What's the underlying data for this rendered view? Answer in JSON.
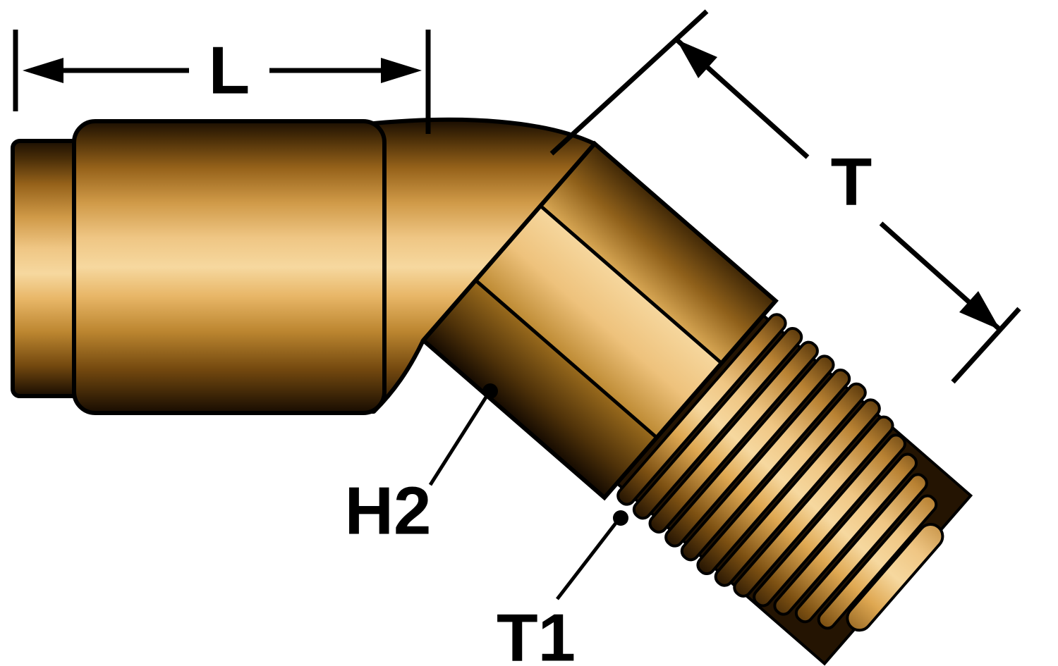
{
  "diagram": {
    "labels": {
      "L": "L",
      "T": "T",
      "H2": "H2",
      "T1": "T1"
    },
    "colors": {
      "outline": "#000000",
      "background": "#ffffff",
      "brass_highlight": "#f6d89f",
      "brass_midtone": "#c89544",
      "brass_shadow": "#1c0f02"
    }
  }
}
